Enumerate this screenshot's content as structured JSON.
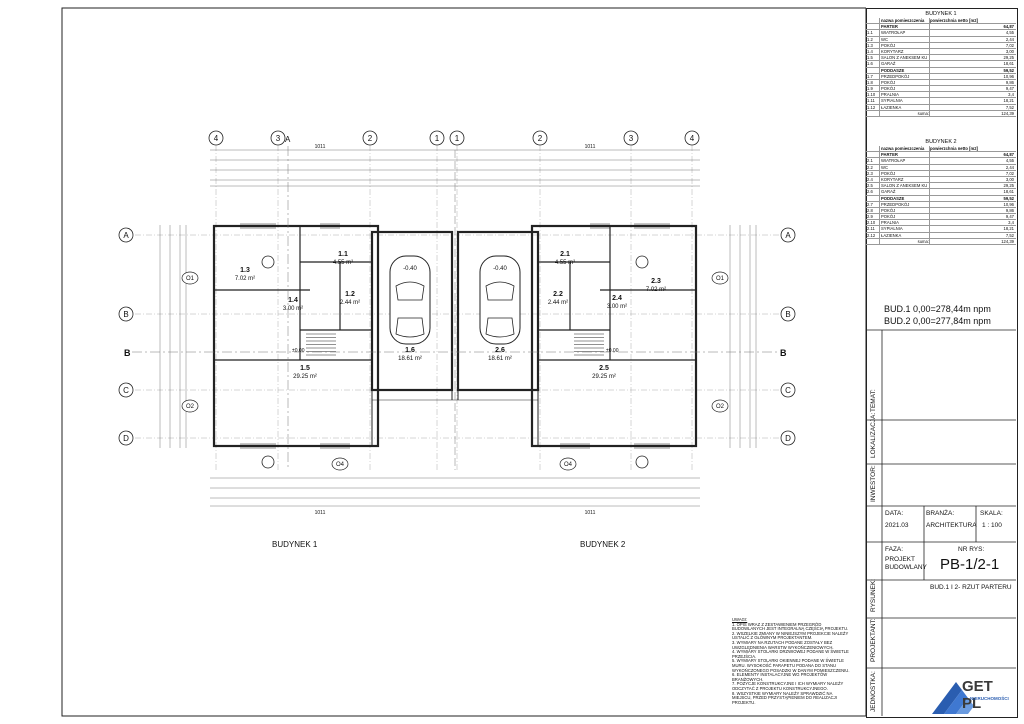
{
  "table1": {
    "title": "BUDYNEK 1",
    "header_name": "nazwa pomieszczenia",
    "header_area": "powierzchnia netto [m2]",
    "sections": [
      {
        "label": "PARTER",
        "total": "64,87",
        "rows": [
          [
            "1.1",
            "WIATROŁAP",
            "4,55"
          ],
          [
            "1.2",
            "WC",
            "2,44"
          ],
          [
            "1.3",
            "POKÓJ",
            "7,02"
          ],
          [
            "1.4",
            "KORYTARZ",
            "3,00"
          ],
          [
            "1.5",
            "SALON Z ANEKSEM KU",
            "29,25"
          ],
          [
            "1.6",
            "GARAŻ",
            "18,61"
          ]
        ]
      },
      {
        "label": "PODDASZE",
        "total": "59,52",
        "rows": [
          [
            "1.7",
            "PRZEDPOKÓJ",
            "10,96"
          ],
          [
            "1.8",
            "POKÓJ",
            "9,86"
          ],
          [
            "1.9",
            "POKÓJ",
            "9,47"
          ],
          [
            "1.10",
            "PRALNIA",
            "3,4"
          ],
          [
            "1.11",
            "SYPIALNIA",
            "18,21"
          ],
          [
            "1.12",
            "ŁAZIENKA",
            "7,52"
          ]
        ]
      }
    ],
    "sum_label": "suma:",
    "sum": "124,39"
  },
  "table2": {
    "title": "BUDYNEK 2",
    "header_name": "nazwa pomieszczenia",
    "header_area": "powierzchnia netto [m2]",
    "sections": [
      {
        "label": "PARTER",
        "total": "64,87",
        "rows": [
          [
            "2.1",
            "WIATROŁAP",
            "4,55"
          ],
          [
            "2.2",
            "WC",
            "2,44"
          ],
          [
            "2.3",
            "POKÓJ",
            "7,02"
          ],
          [
            "2.4",
            "KORYTARZ",
            "3,00"
          ],
          [
            "2.5",
            "SALON Z ANEKSEM KU",
            "29,25"
          ],
          [
            "2.6",
            "GARAŻ",
            "18,61"
          ]
        ]
      },
      {
        "label": "PODDASZE",
        "total": "59,52",
        "rows": [
          [
            "2.7",
            "PRZEDPOKÓJ",
            "10,96"
          ],
          [
            "2.8",
            "POKÓJ",
            "9,86"
          ],
          [
            "2.9",
            "POKÓJ",
            "9,47"
          ],
          [
            "2.10",
            "PRALNIA",
            "3,4"
          ],
          [
            "2.11",
            "SYPIALNIA",
            "18,21"
          ],
          [
            "2.12",
            "ŁAZIENKA",
            "7,52"
          ]
        ]
      }
    ],
    "sum_label": "suma:",
    "sum": "124,39"
  },
  "levels": {
    "bud1": "BUD.1  0,00=278,44m npm",
    "bud2": "BUD.2  0,00=277,84m npm"
  },
  "titleblock": {
    "temat": "TEMAT:",
    "lokalizacja": "LOKALIZACJA:",
    "inwestor": "INWESTOR:",
    "data_label": "DATA:",
    "data": "2021.03",
    "branza_label": "BRANŻA:",
    "branza": "ARCHITEKTURA",
    "skala_label": "SKALA:",
    "skala": "1 : 100",
    "faza_label": "FAZA:",
    "faza": "PROJEKT BUDOWLANY",
    "nr_label": "NR RYS:",
    "nr": "PB-1/2-1",
    "rysunek_label": "RYSUNEK:",
    "rysunek": "BUD.1 I 2- RZUT PARTERU",
    "projektant": "PROJEKTANT:",
    "jednostka": "JEDNOSTKA:"
  },
  "notes": {
    "title": "UWAGI:",
    "items": [
      "1. OPIS WRAZ Z ZESTAWIENIEM PRZEGRÓD BUDOWLANYCH JEST INTEGRALNĄ CZĘŚCIĄ PROJEKTU.",
      "2. WSZELKIE ZMIANY W NINIEJSZYM PROJEKCIE NALEŻY USTALIĆ Z GŁÓWNYM PROJEKTANTEM.",
      "3. WYMIARY NA RZUTACH PODANE ZOSTAŁY BEZ UWZGLĘDNIENIA WARSTW WYKOŃCZENIOWYCH.",
      "4. WYMIARY STOLARKI DRZWIOWEJ PODANE W ŚWIETLE PRZEJŚCIA.",
      "5. WYMIARY STOLARKI OKIENNEJ PODANE W ŚWIETLE MURU. WYSOKOŚĆ PARAPETU PODANA DO STANU WYKOŃCZONEGO POSADZKI W DANYM POMIESZCZENIU.",
      "6. ELEMENTY INSTALACYJNE WG PROJEKTÓW BRANŻOWYCH.",
      "7. POZYCJE KONSTRUKCYJNE I ICH WYMIARY NALEŻY ODCZYTAĆ Z PROJEKTU KONSTRUKCYJNEGO.",
      "8. WSZYSTKIE WYMIARY NALEŻY SPRAWDZIĆ NA MIEJSCU, PRZED PRZYSTĄPIENIEM DO REALIZACJI PROJEKTU."
    ]
  },
  "logo": {
    "text": "GET PL",
    "sub": "NIERUCHOMOŚCI"
  },
  "plan": {
    "building1_label": "BUDYNEK 1",
    "building2_label": "BUDYNEK 2",
    "axes_rows": [
      "A",
      "B",
      "C",
      "D"
    ],
    "axes_cols_left": [
      "4",
      "3",
      "2",
      "1"
    ],
    "axes_cols_right": [
      "1",
      "2",
      "3",
      "4"
    ],
    "section_a": "A",
    "section_b": "B",
    "dim_total": "1011",
    "rooms_left": [
      {
        "num": "1.3",
        "area": "7.02 m²"
      },
      {
        "num": "1.1",
        "area": "4.55 m²"
      },
      {
        "num": "1.2",
        "area": "2.44 m²"
      },
      {
        "num": "1.4",
        "area": "3.00 m²"
      },
      {
        "num": "1.5",
        "area": "29.25 m²"
      },
      {
        "num": "1.6",
        "area": "18.61 m²"
      }
    ],
    "rooms_right": [
      {
        "num": "2.1",
        "area": "4.55 m²"
      },
      {
        "num": "2.3",
        "area": "7.02 m²"
      },
      {
        "num": "2.2",
        "area": "2.44 m²"
      },
      {
        "num": "2.4",
        "area": "3.00 m²"
      },
      {
        "num": "2.5",
        "area": "29.25 m²"
      },
      {
        "num": "2.6",
        "area": "18.61 m²"
      }
    ],
    "level_garage": "-0.40",
    "level_zero": "±0.00",
    "window_tags_left": [
      "O1",
      "O2",
      "O4"
    ],
    "window_tags_right": [
      "O1",
      "O2",
      "O4"
    ]
  }
}
